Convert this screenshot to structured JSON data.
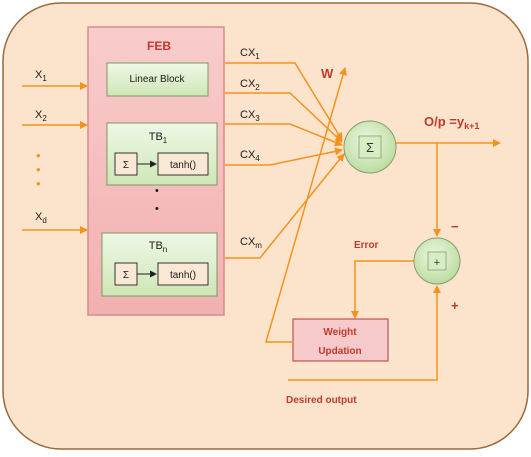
{
  "feb": {
    "title": "FEB",
    "linear_block": "Linear Block",
    "tb1": {
      "label_main": "TB",
      "label_sub": "1",
      "sum_symbol": "Σ",
      "func": "tanh()"
    },
    "tbn": {
      "label_main": "TB",
      "label_sub": "n",
      "sum_symbol": "Σ",
      "func": "tanh()"
    },
    "vdots": "•"
  },
  "inputs": [
    {
      "main": "X",
      "sub": "1"
    },
    {
      "main": "X",
      "sub": "2"
    },
    {
      "main": "X",
      "sub": "d"
    }
  ],
  "input_dots": "•",
  "cx_labels": [
    {
      "main": "CX",
      "sub": "1"
    },
    {
      "main": "CX",
      "sub": "2"
    },
    {
      "main": "CX",
      "sub": "3"
    },
    {
      "main": "CX",
      "sub": "4"
    },
    {
      "main": "CX",
      "sub": "m"
    }
  ],
  "weight_label": "W",
  "summation": {
    "symbol": "Σ"
  },
  "output": {
    "prefix": "O/p =y",
    "sub": "k+1"
  },
  "adder": {
    "symbol": "+"
  },
  "error_label": "Error",
  "minus_sign": "−",
  "plus_sign": "+",
  "weight_updation": {
    "line1": "Weight",
    "line2": "Updation"
  },
  "desired_output": "Desired output",
  "colors": {
    "background": "#fce4cc",
    "border": "#9a6a3a",
    "arrow": "#f5921e",
    "feb_fill": "#f6c0c0",
    "block_fill": "#dcefc8",
    "sum_fill": "#cfe8b8",
    "text_red": "#c0392b"
  }
}
